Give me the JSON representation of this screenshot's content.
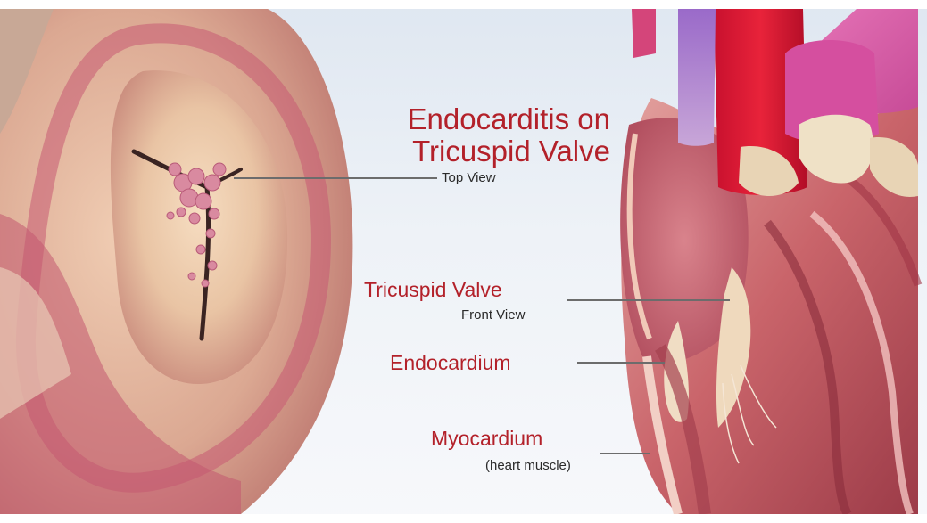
{
  "title": {
    "line1": "Endocarditis on",
    "line2": "Tricuspid Valve"
  },
  "labels": {
    "top_view": "Top View",
    "tricuspid_valve": "Tricuspid Valve",
    "front_view": "Front View",
    "endocardium": "Endocardium",
    "myocardium": "Myocardium",
    "heart_muscle": "(heart muscle)"
  },
  "colors": {
    "title_red": "#b3212a",
    "text_dark": "#2a2a2a",
    "leader_gray": "#6c6c6c",
    "background": "#e9eef5"
  }
}
